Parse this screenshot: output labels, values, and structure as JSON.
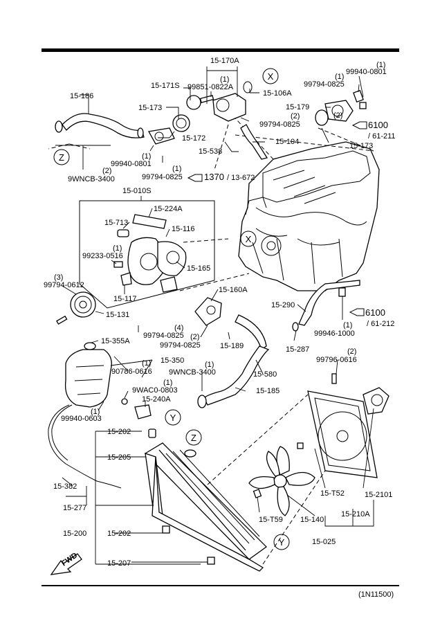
{
  "diagram_code": "(1N11500)",
  "circle_refs": {
    "x_top": "X",
    "x_mid": "X",
    "z_left": "Z",
    "z_radiator": "Z",
    "y_hose": "Y",
    "y_radiator": "Y"
  },
  "labels": {
    "p15_170a": "15-170A",
    "p15_186": "15-186",
    "p15_171s": "15-171S",
    "p99851_0822a": "99851-0822A",
    "q99851": "(1)",
    "p15_106a": "15-106A",
    "p99940_0801_tr": "99940-0801",
    "q99940_tr": "(1)",
    "p99794_0825_tr": "99794-0825",
    "q99794_tr": "(1)",
    "p15_173_l": "15-173",
    "p15_179": "15-179",
    "q6100_a": "(2)",
    "p6100_a": "6100",
    "p61_211": "/ 61-211",
    "p99794_0825_mid": "99794-0825",
    "q99794_mid": "(2)",
    "p15_172": "15-172",
    "p15_104": "15-104",
    "p15_173_r": "15-173",
    "p15_538": "15-538",
    "p99940_0801_l": "99940-0801",
    "q99940_l": "(1)",
    "p99794_0825_l": "99794-0825",
    "q99794_l": "(1)",
    "p1370": "1370",
    "p13_672": "/ 13-672",
    "p9wncb_3400_l": "9WNCB-3400",
    "q9wncb_l": "(2)",
    "p15_010s": "15-010S",
    "p15_224a": "15-224A",
    "p15_713": "15-713",
    "p15_116": "15-116",
    "p99233_0516": "99233-0516",
    "q99233": "(1)",
    "p15_165": "15-165",
    "p15_117": "15-117",
    "p99794_0612": "99794-0612",
    "q99794_0612": "(3)",
    "p15_131": "15-131",
    "p15_160a": "15-160A",
    "p15_290": "15-290",
    "p6100_b": "6100",
    "p61_212": "/ 61-212",
    "p99946_1000": "99946-1000",
    "q99946": "(1)",
    "p99794_0825_b1": "99794-0825",
    "q99794_b1": "(4)",
    "p99794_0825_b2": "99794-0825",
    "q99794_b2": "(2)",
    "p15_189": "15-189",
    "p15_287": "15-287",
    "p15_355a": "15-355A",
    "p15_350": "15-350",
    "p90786_0616": "90786-0616",
    "q90786": "(1)",
    "p9wncb_3400_r": "9WNCB-3400",
    "q9wncb_r": "(1)",
    "p15_580": "15-580",
    "p99796_0616": "99796-0616",
    "q99796": "(2)",
    "p9wac0_0803": "9WAC0-0803",
    "q9wac0": "(1)",
    "p15_185": "15-185",
    "p15_240a": "15-240A",
    "p99940_0603": "99940-0603",
    "q99940_0603": "(1)",
    "p15_202_a": "15-202",
    "p15_205": "15-205",
    "p15_382": "15-382",
    "p15_277": "15-277",
    "p15_t52": "15-T52",
    "p15_2101": "15-2101",
    "p15_200": "15-200",
    "p15_202_b": "15-202",
    "p15_t59": "15-T59",
    "p15_140": "15-140",
    "p15_210a": "15-210A",
    "p15_025": "15-025",
    "p15_207": "15-207",
    "fwd": "FWD"
  }
}
